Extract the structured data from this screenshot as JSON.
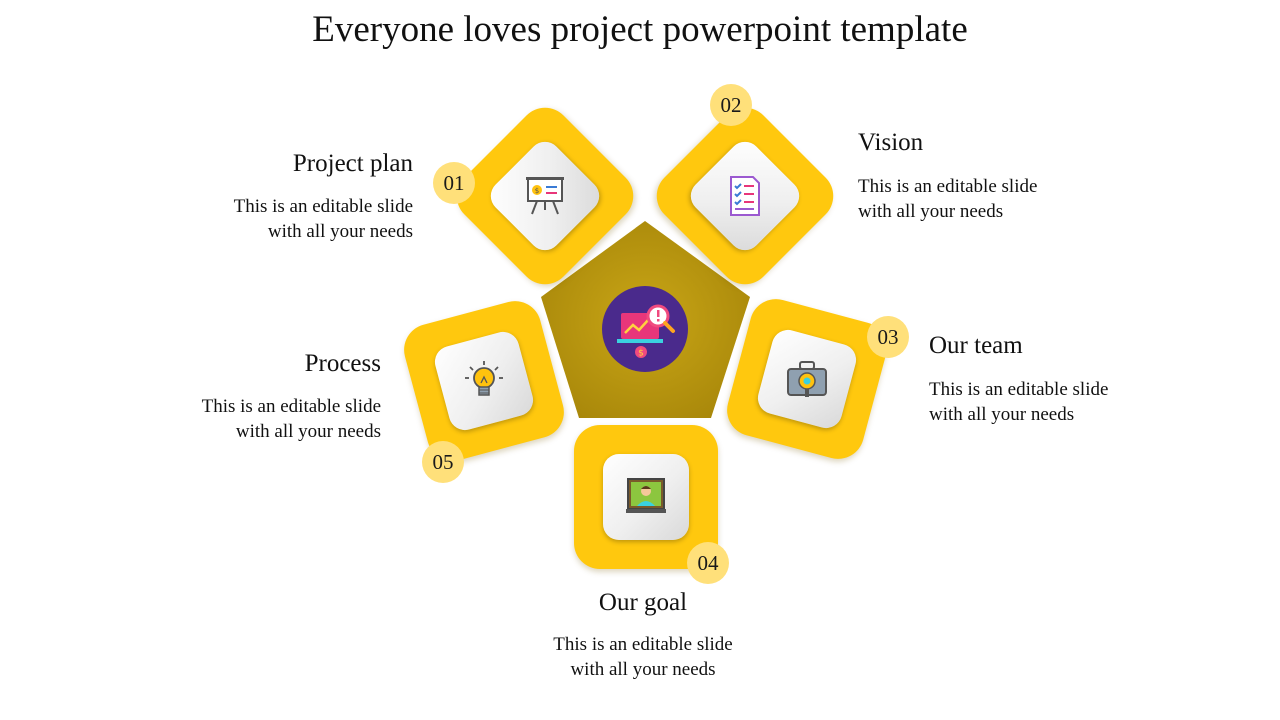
{
  "title": "Everyone loves project powerpoint template",
  "colors": {
    "tile": "#ffc80e",
    "badge": "#ffe07a",
    "pentagon": "#b8970f",
    "center_circle": "#4a2a8c"
  },
  "center": {
    "icon": "chart-analysis-icon"
  },
  "items": [
    {
      "number": "01",
      "label": "Project plan",
      "line1": "This is an editable slide",
      "line2": "with all your needs",
      "icon": "presentation-board-icon"
    },
    {
      "number": "02",
      "label": "Vision",
      "line1": "This is an editable slide",
      "line2": "with all your needs",
      "icon": "checklist-icon"
    },
    {
      "number": "03",
      "label": "Our team",
      "line1": "This is an editable slide",
      "line2": "with all your needs",
      "icon": "briefcase-gear-icon"
    },
    {
      "number": "04",
      "label": "Our goal",
      "line1": "This is an editable slide",
      "line2": "with all your needs",
      "icon": "person-monitor-icon"
    },
    {
      "number": "05",
      "label": "Process",
      "line1": "This is an editable slide",
      "line2": "with all your needs",
      "icon": "lightbulb-icon"
    }
  ]
}
